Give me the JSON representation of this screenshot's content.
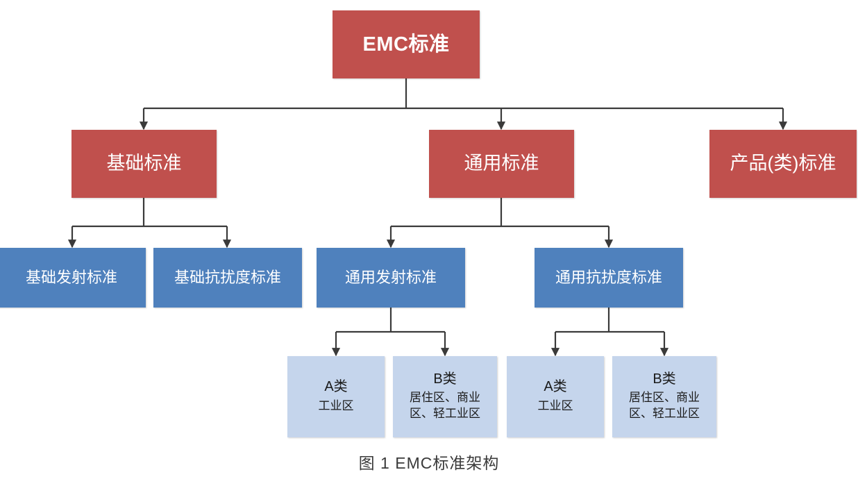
{
  "figure": {
    "caption": "图 1  EMC标准架构",
    "watermark": ""
  },
  "colors": {
    "red": "#C0504D",
    "blue": "#4F81BD",
    "light_blue": "#C5D5EC",
    "connector": "#3a3a3a",
    "background": "#FFFFFF",
    "text_light": "#FFFFFF",
    "text_dark": "#1A1A1A"
  },
  "nodes": {
    "root": {
      "label": "EMC标准"
    },
    "category_basic": {
      "label": "基础标准"
    },
    "category_generic": {
      "label": "通用标准"
    },
    "category_product": {
      "label": "产品(类)标准"
    },
    "sub_basic_emission": {
      "label": "基础发射标准"
    },
    "sub_basic_immunity": {
      "label": "基础抗扰度标准"
    },
    "sub_generic_emission": {
      "label": "通用发射标准"
    },
    "sub_generic_immunity": {
      "label": "通用抗扰度标准"
    },
    "leaf_ge_a": {
      "title": "A类",
      "desc": "工业区"
    },
    "leaf_ge_b": {
      "title": "B类",
      "desc": "居住区、商业区、轻工业区"
    },
    "leaf_gi_a": {
      "title": "A类",
      "desc": "工业区"
    },
    "leaf_gi_b": {
      "title": "B类",
      "desc": "居住区、商业区、轻工业区"
    }
  }
}
